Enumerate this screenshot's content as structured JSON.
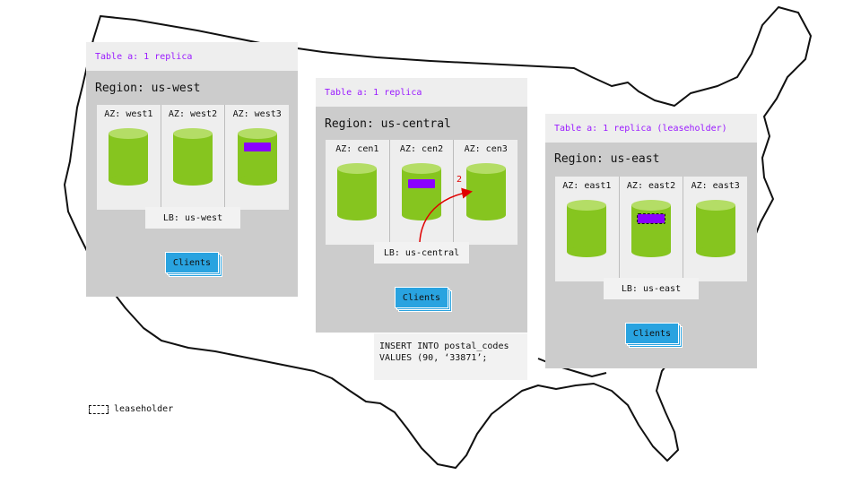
{
  "regions": [
    {
      "key": "west",
      "table_label": "Table a: 1 replica",
      "region_title": "Region: us-west",
      "azs": [
        {
          "label": "AZ: west1",
          "replica": false,
          "leaseholder": false
        },
        {
          "label": "AZ: west2",
          "replica": false,
          "leaseholder": false
        },
        {
          "label": "AZ: west3",
          "replica": true,
          "leaseholder": false
        }
      ],
      "lb_label": "LB: us-west",
      "clients_label": "Clients"
    },
    {
      "key": "central",
      "table_label": "Table a: 1 replica",
      "region_title": "Region: us-central",
      "azs": [
        {
          "label": "AZ: cen1",
          "replica": false,
          "leaseholder": false
        },
        {
          "label": "AZ: cen2",
          "replica": true,
          "leaseholder": false
        },
        {
          "label": "AZ: cen3",
          "replica": false,
          "leaseholder": false
        }
      ],
      "lb_label": "LB: us-central",
      "clients_label": "Clients"
    },
    {
      "key": "east",
      "table_label": "Table a: 1 replica (leaseholder)",
      "region_title": "Region: us-east",
      "azs": [
        {
          "label": "AZ: east1",
          "replica": false,
          "leaseholder": false
        },
        {
          "label": "AZ: east2",
          "replica": true,
          "leaseholder": true
        },
        {
          "label": "AZ: east3",
          "replica": false,
          "leaseholder": false
        }
      ],
      "lb_label": "LB: us-east",
      "clients_label": "Clients"
    }
  ],
  "arrow_label": "2",
  "sql_text": "INSERT INTO postal_codes\nVALUES (90, ‘33871’;",
  "legend_label": "leaseholder",
  "colors": {
    "replica": "#8a00ff",
    "node": "#86c51f",
    "clients": "#29a3e0",
    "arrow": "#e00000",
    "table_label": "#9a1aff"
  }
}
